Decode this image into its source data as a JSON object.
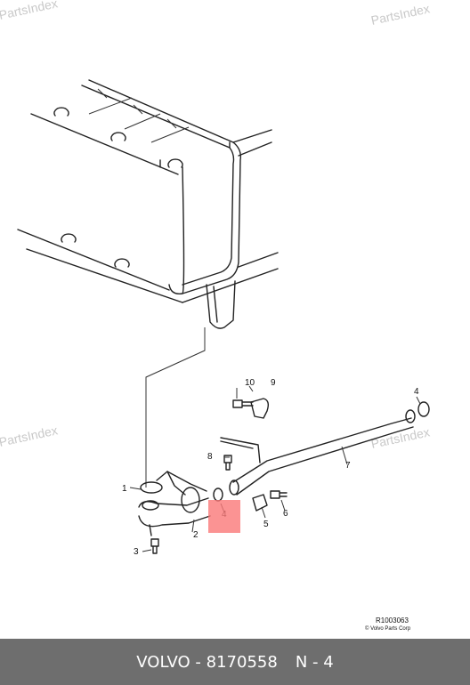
{
  "watermark": "PartsIndex",
  "callouts": [
    "1",
    "2",
    "3",
    "4",
    "4",
    "5",
    "6",
    "7",
    "8",
    "9",
    "10"
  ],
  "highlighted_part": "4",
  "reference": {
    "code": "R1003063",
    "copyright": "© Volvo Parts Corp"
  },
  "footer": {
    "brand": "VOLVO",
    "separator": "-",
    "part_number": "8170558",
    "section": "N - 4"
  },
  "colors": {
    "footer_bg": "#6e6e6e",
    "highlight": "#f87878",
    "watermark": "#c9c9c9"
  }
}
